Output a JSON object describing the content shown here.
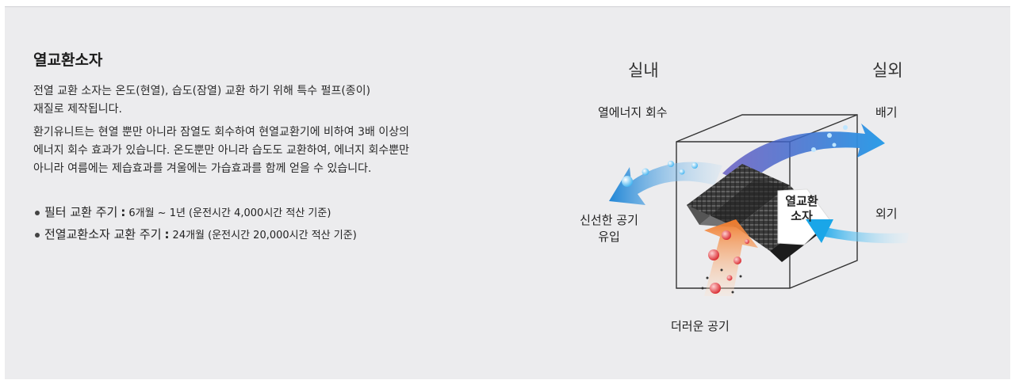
{
  "content": {
    "title": "열교환소자",
    "desc1_line1": "전열 교환 소자는 온도(현열), 습도(잠열) 교환 하기 위해 특수 펄프(종이)",
    "desc1_line2": "재질로 제작됩니다.",
    "desc2_line1": "환기유니트는 현열 뿐만 아니라 잠열도 회수하여 현열교환기에 비하여 3배 이상의",
    "desc2_line2": "에너지 회수 효과가 있습니다. 온도뿐만 아니라 습도도 교환하여, 에너지 회수뿐만",
    "desc2_line3": "아니라 여름에는 제습효과를 겨울에는 가습효과를 함께 얻을 수 있습니다.",
    "bullets": [
      {
        "label": "필터 교환 주기",
        "value": "6개월 ~ 1년 (운전시간 4,000시간 적산 기준)"
      },
      {
        "label": "전열교환소자 교환 주기",
        "value": "24개월 (운전시간 20,000시간 적산 기준)"
      }
    ]
  },
  "diagram": {
    "indoor": "실내",
    "outdoor": "실외",
    "energy_recovery": "열에너지 회수",
    "exhaust": "배기",
    "fresh_air_line1": "신선한 공기",
    "fresh_air_line2": "유입",
    "outside_air": "외기",
    "dirty_air": "더러운 공기",
    "core_line1": "열교환",
    "core_line2": "소자"
  },
  "colors": {
    "panel_bg": "#ececee",
    "blue_flow": "#2f8fd6",
    "purple_flow": "#5a54c4",
    "orange_flow": "#f08a3c",
    "light_blue_flow": "#2fb6f0"
  },
  "icons": [
    "bullet-dot-icon",
    "air-flow-arrow-icon",
    "heat-exchanger-core-icon"
  ]
}
